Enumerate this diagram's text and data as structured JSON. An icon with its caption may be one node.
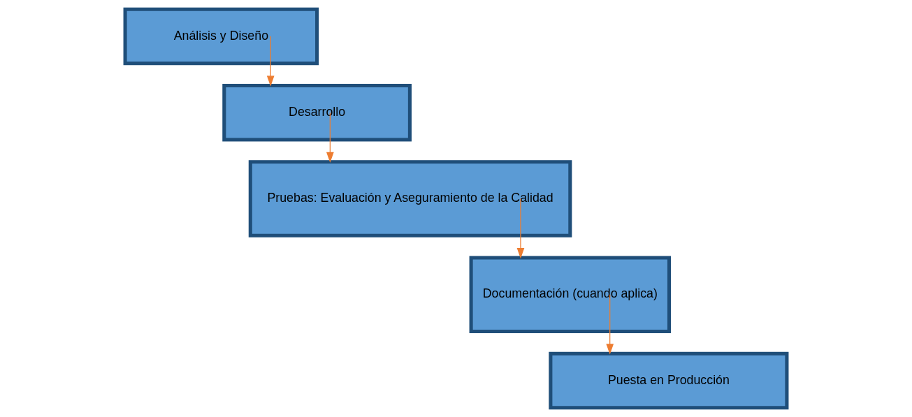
{
  "diagram": {
    "nodes": [
      {
        "text": [
          "Análisis y Diseño"
        ]
      },
      {
        "text": [
          "Desarrollo"
        ]
      },
      {
        "text": [
          "Pruebas: Evaluación y Aseguramiento de la Calidad"
        ]
      },
      {
        "text": [
          "Documentación (cuando aplica)"
        ]
      },
      {
        "text": [
          "Puesta en Producción"
        ]
      }
    ],
    "edges": [
      {
        "from": 0,
        "to": 1,
        "arrow": "to"
      },
      {
        "from": 1,
        "to": 2,
        "arrow": "to"
      },
      {
        "from": 2,
        "to": 3,
        "arrow": "to"
      },
      {
        "from": 3,
        "to": 4,
        "arrow": "to"
      }
    ]
  }
}
